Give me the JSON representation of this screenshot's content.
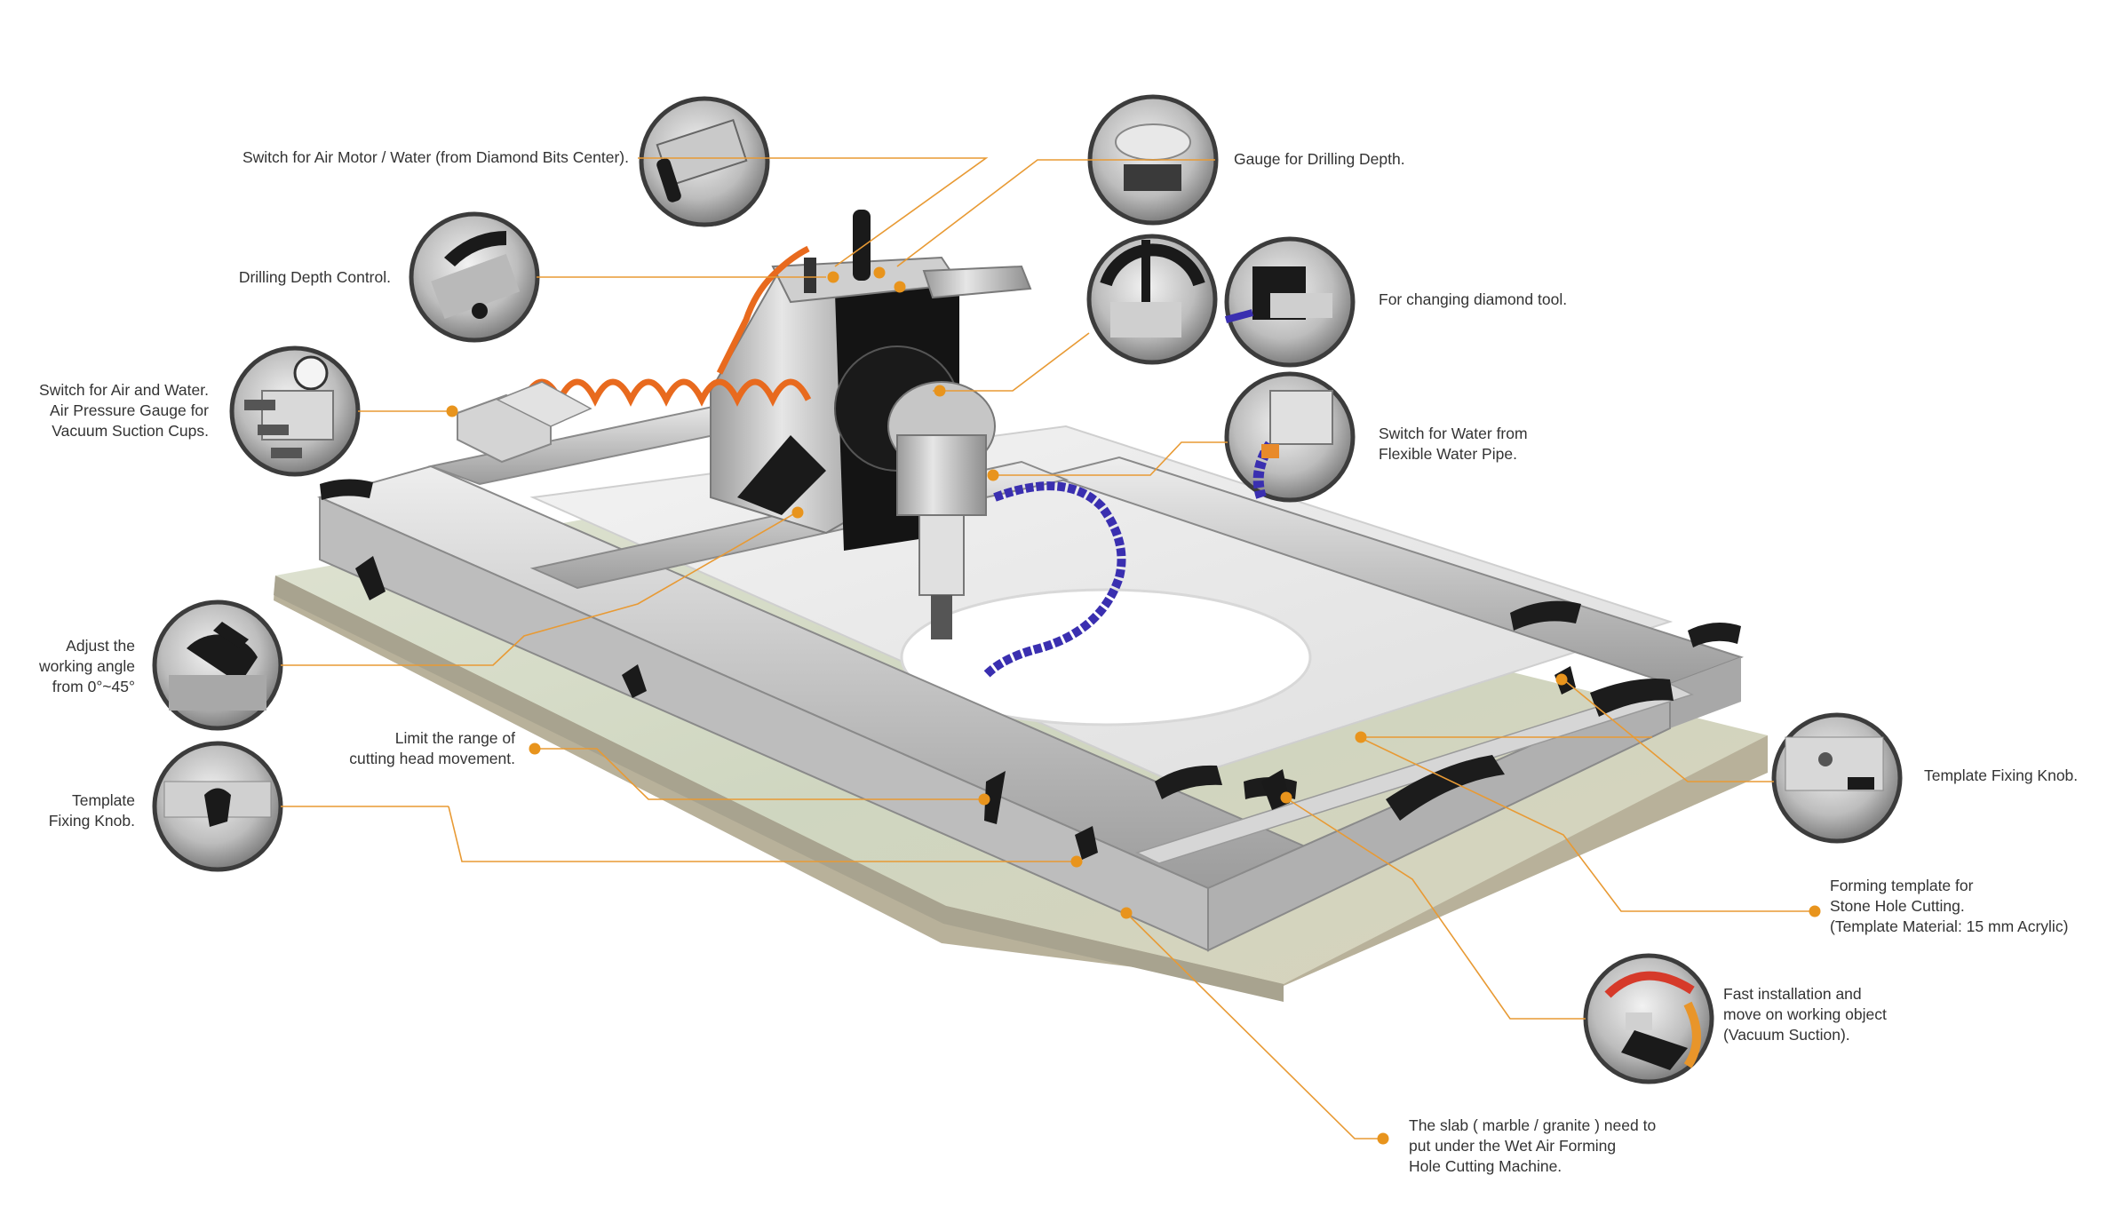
{
  "colors": {
    "leader": "#e89a34",
    "dot": "#e8941d",
    "text": "#333333",
    "circle_border": "#3c3c3c"
  },
  "callouts": {
    "switch_air_motor": {
      "lines": [
        "Switch for Air Motor / Water (from Diamond Bits Center)."
      ]
    },
    "gauge_depth": {
      "lines": [
        "Gauge for Drilling Depth."
      ]
    },
    "drilling_depth": {
      "lines": [
        "Drilling Depth Control."
      ]
    },
    "changing_tool": {
      "lines": [
        "For changing diamond tool."
      ]
    },
    "switch_air_water": {
      "lines": [
        "Switch for Air and Water.",
        "Air Pressure Gauge for",
        "Vacuum Suction Cups."
      ]
    },
    "switch_water_pipe": {
      "lines": [
        "Switch for Water from",
        "Flexible Water Pipe."
      ]
    },
    "adjust_angle": {
      "lines": [
        "Adjust the",
        "working angle",
        "from 0°~45°"
      ]
    },
    "limit_range": {
      "lines": [
        "Limit the range of",
        "cutting head movement."
      ]
    },
    "template_knob_left": {
      "lines": [
        "Template",
        "Fixing Knob."
      ]
    },
    "template_knob_right": {
      "lines": [
        "Template Fixing Knob."
      ]
    },
    "forming_template": {
      "lines": [
        "Forming template for",
        "Stone Hole Cutting.",
        "(Template Material: 15 mm Acrylic)"
      ]
    },
    "fast_install": {
      "lines": [
        "Fast installation and",
        "move on working object",
        "(Vacuum Suction)."
      ]
    },
    "slab": {
      "lines": [
        "The slab ( marble / granite ) need to",
        "put under the Wet Air Forming",
        "Hole Cutting Machine."
      ]
    }
  }
}
